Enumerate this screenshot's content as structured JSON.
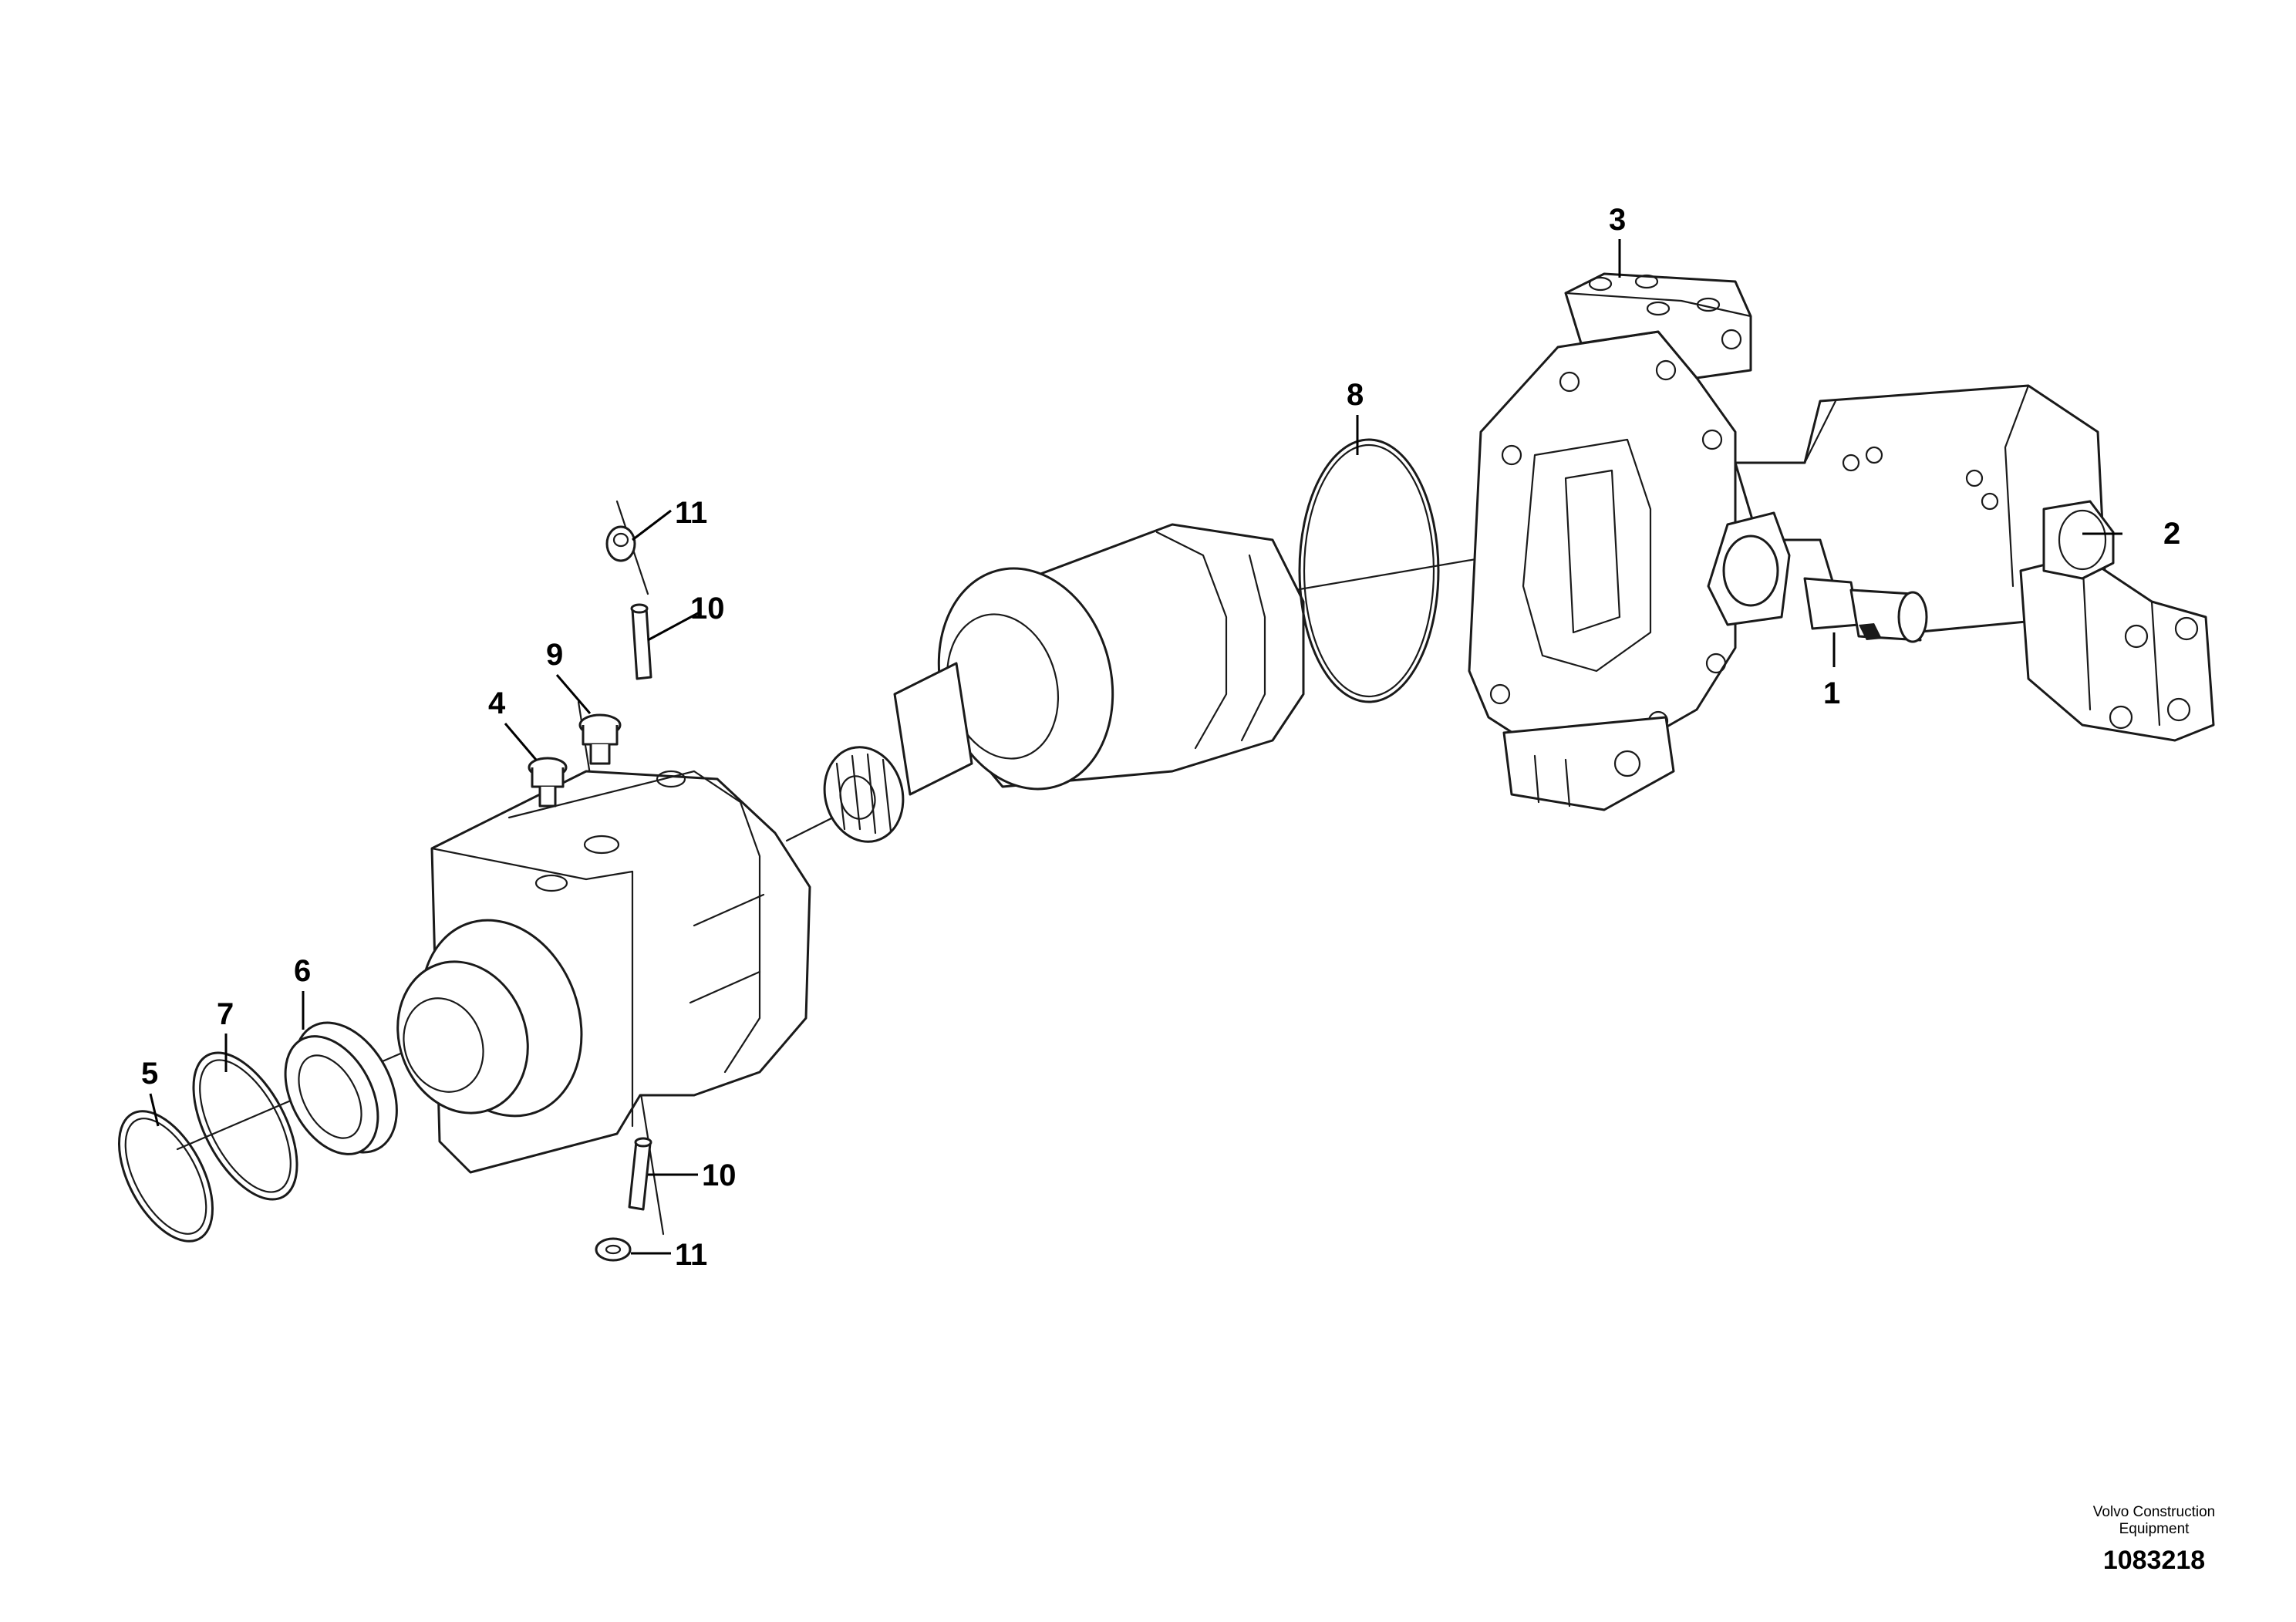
{
  "publisher": {
    "line1": "Volvo Construction",
    "line2": "Equipment",
    "drawing_number": "1083218"
  },
  "callouts": {
    "c1": "1",
    "c2": "2",
    "c3": "3",
    "c4": "4",
    "c5": "5",
    "c6": "6",
    "c7": "7",
    "c8": "8",
    "c9": "9",
    "c10a": "10",
    "c10b": "10",
    "c11a": "11",
    "c11b": "11"
  },
  "colors": {
    "line": "#1a1a1a",
    "background": "#ffffff"
  }
}
